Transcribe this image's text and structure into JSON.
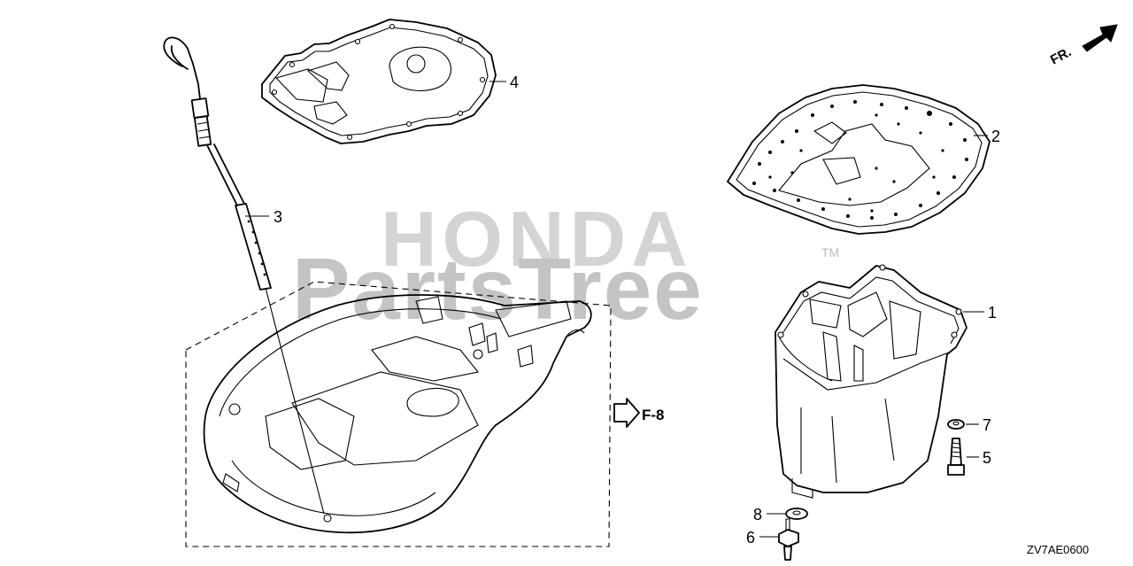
{
  "watermark": {
    "brand": "HONDA",
    "name": "PartsTree",
    "trademark": "TM"
  },
  "direction": {
    "label": "FR."
  },
  "reference": {
    "label": "F-8"
  },
  "drawing_code": "ZV7AE0600",
  "callouts": [
    "1",
    "2",
    "3",
    "4",
    "5",
    "6",
    "7",
    "8"
  ]
}
